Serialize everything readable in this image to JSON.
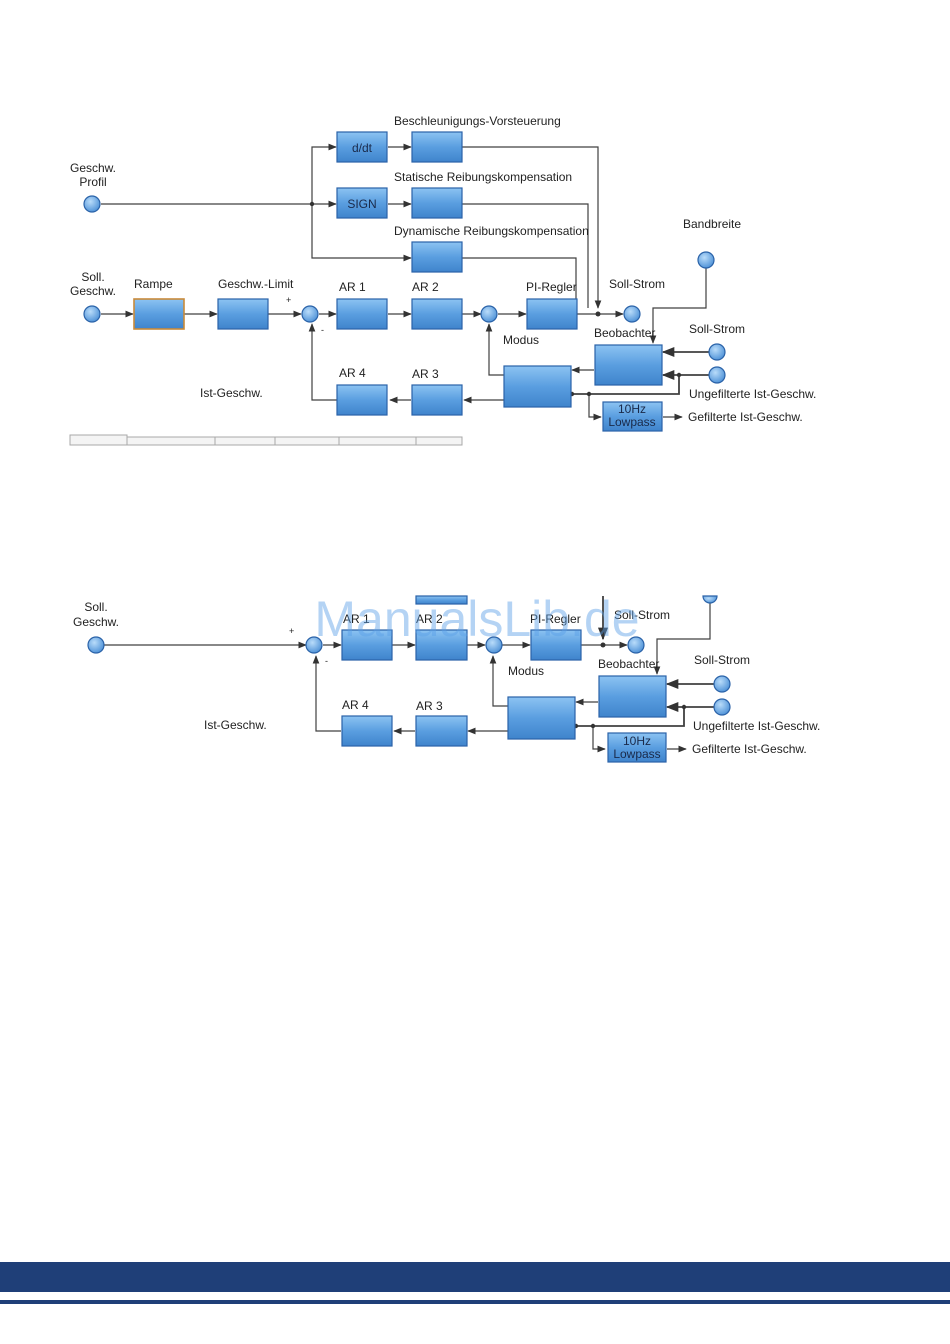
{
  "diagram1": {
    "geschw_profil": "Geschw.\nProfil",
    "soll_geschw": "Soll.\nGeschw.",
    "rampe": "Rampe",
    "geschw_limit": "Geschw.-Limit",
    "plus": "+",
    "minus": "-",
    "ar1": "AR 1",
    "ar2": "AR 2",
    "ar3": "AR 3",
    "ar4": "AR 4",
    "pi_regler": "PI-Regler",
    "soll_strom_top": "Soll-Strom",
    "soll_strom": "Soll-Strom",
    "bandbreite": "Bandbreite",
    "beobachter": "Beobachter",
    "modus": "Modus",
    "ist_geschw": "Ist-Geschw.",
    "ungefilterte": "Ungefilterte Ist-Geschw.",
    "gefilterte": "Gefilterte Ist-Geschw.",
    "lowpass": "10Hz\nLowpass",
    "ddt": "d/dt",
    "sign": "SIGN",
    "beschleunigung": "Beschleunigungs-Vorsteuerung",
    "statische": "Statische Reibungskompensation",
    "dynamische": "Dynamische Reibungskompensation"
  },
  "diagram2": {
    "soll_geschw": "Soll.\nGeschw.",
    "plus": "+",
    "minus": "-",
    "ar1": "AR 1",
    "ar2": "AR 2",
    "ar3": "AR 3",
    "ar4": "AR 4",
    "pi_regler": "PI-Regler",
    "soll_strom_top": "Soll-Strom",
    "soll_strom": "Soll-Strom",
    "beobachter": "Beobachter",
    "modus": "Modus",
    "ist_geschw": "Ist-Geschw.",
    "ungefilterte": "Ungefilterte Ist-Geschw.",
    "gefilterte": "Gefilterte Ist-Geschw.",
    "lowpass": "10Hz\nLowpass"
  },
  "watermark": "ManualsLib.de",
  "colors": {
    "block_fill": "#5a9ee0",
    "block_stroke": "#2a62a8",
    "footer": "#1f3f78"
  }
}
